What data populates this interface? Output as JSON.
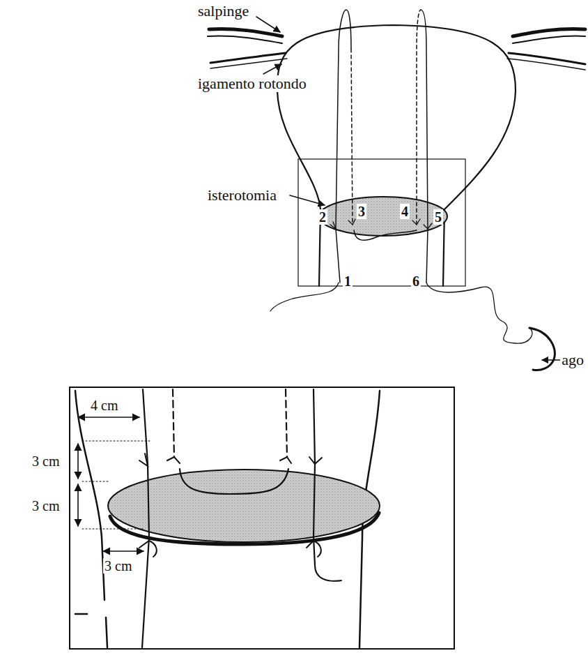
{
  "diagram": {
    "labels": [
      "salpinge",
      "igamento rotondo",
      "2",
      "3",
      "4",
      "5",
      "isterotomia",
      "1",
      "6",
      "ago",
      "4 cm",
      "3 cm",
      "3 cm",
      "3 cm"
    ]
  }
}
